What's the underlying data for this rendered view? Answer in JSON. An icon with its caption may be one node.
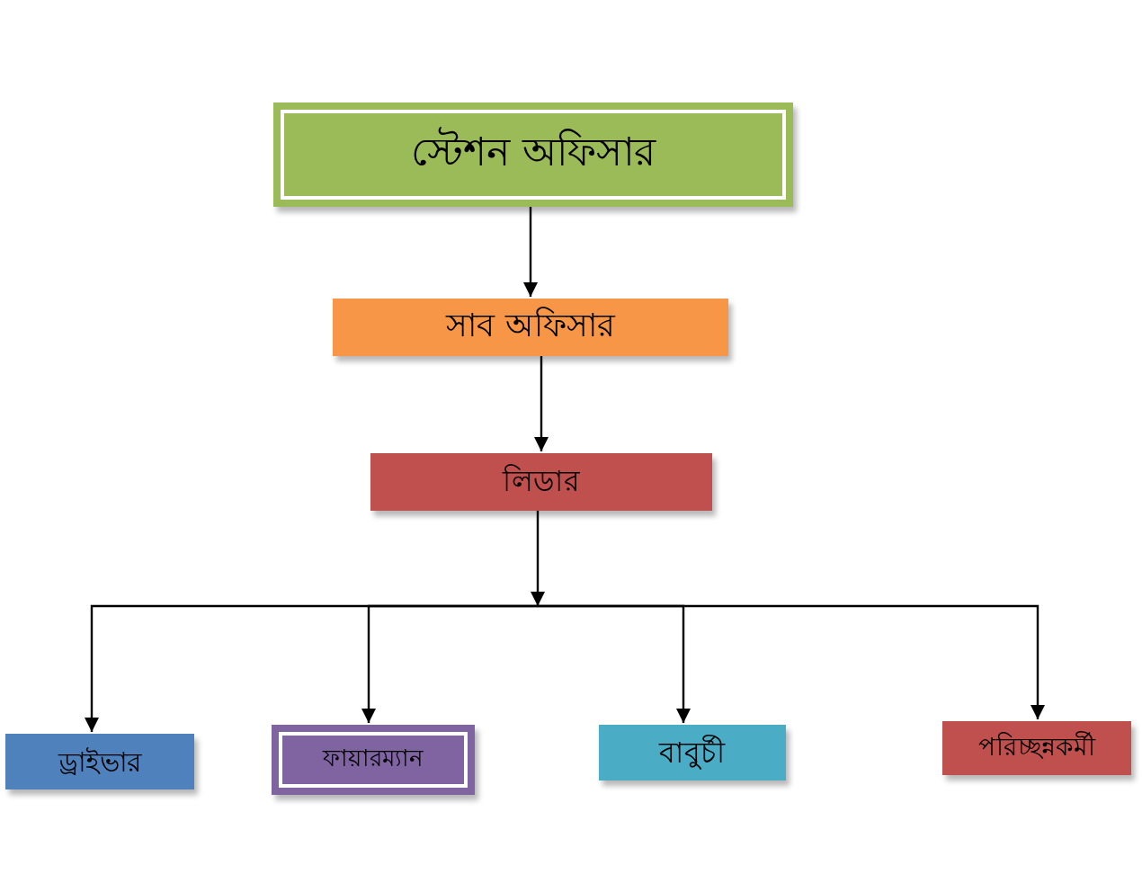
{
  "diagram": {
    "nodes": [
      {
        "text": [
          "স্টেশন অফিসার"
        ]
      },
      {
        "text": [
          "সাব অফিসার"
        ]
      },
      {
        "text": [
          "লিডার"
        ]
      },
      {
        "text": [
          "ড্রাইভার"
        ]
      },
      {
        "text": [
          "ফায়ারম্যান"
        ]
      },
      {
        "text": [
          "বাবুর্চী"
        ]
      },
      {
        "text": [
          "পরিচ্ছন্নকর্মী"
        ]
      }
    ],
    "edges": [
      {
        "from": 0,
        "to": 1,
        "arrow": "to"
      },
      {
        "from": 1,
        "to": 2,
        "arrow": "to"
      },
      {
        "from": 2,
        "to": 3,
        "arrow": "to"
      },
      {
        "from": 2,
        "to": 4,
        "arrow": "to"
      },
      {
        "from": 2,
        "to": 5,
        "arrow": "to"
      },
      {
        "from": 2,
        "to": 6,
        "arrow": "to"
      }
    ]
  }
}
